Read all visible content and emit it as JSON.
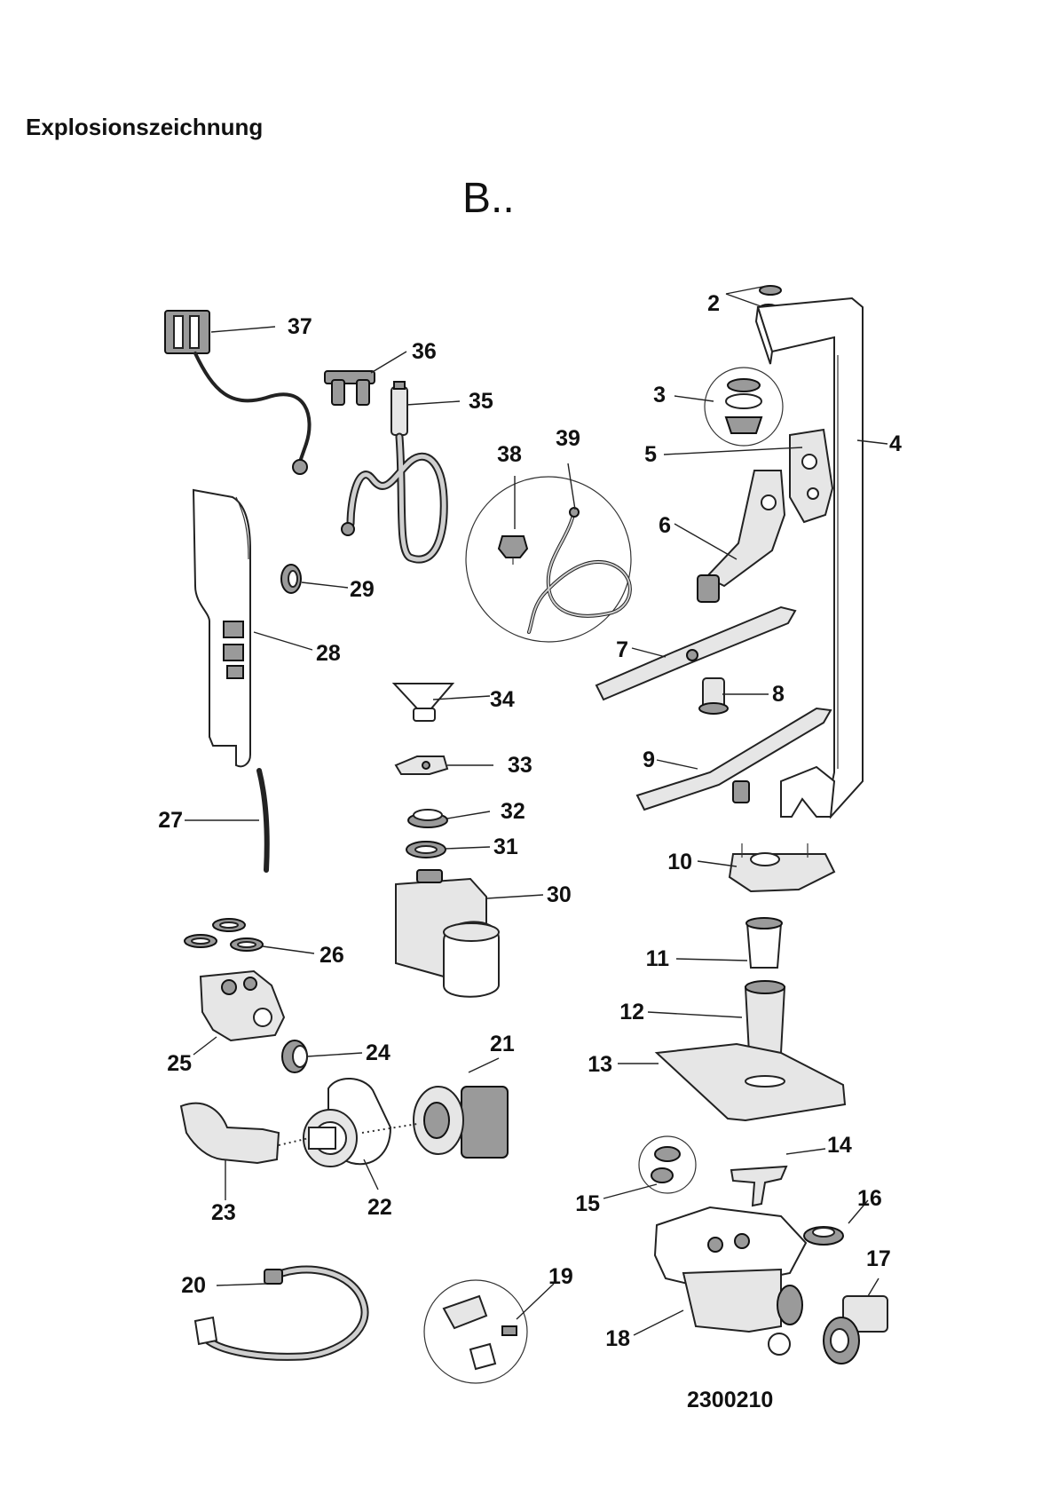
{
  "page": {
    "heading": "Explosionszeichnung",
    "variant": "B..",
    "drawing_number": "2300210"
  },
  "labels": {
    "l2": "2",
    "l3": "3",
    "l4": "4",
    "l5": "5",
    "l6": "6",
    "l7": "7",
    "l8": "8",
    "l9": "9",
    "l10": "10",
    "l11": "11",
    "l12": "12",
    "l13": "13",
    "l14": "14",
    "l15": "15",
    "l16": "16",
    "l17": "17",
    "l18": "18",
    "l19": "19",
    "l20": "20",
    "l21": "21",
    "l22": "22",
    "l23": "23",
    "l24": "24",
    "l25": "25",
    "l26": "26",
    "l27": "27",
    "l28": "28",
    "l29": "29",
    "l30": "30",
    "l31": "31",
    "l32": "32",
    "l33": "33",
    "l34": "34",
    "l35": "35",
    "l36": "36",
    "l37": "37",
    "l38": "38",
    "l39": "39"
  }
}
